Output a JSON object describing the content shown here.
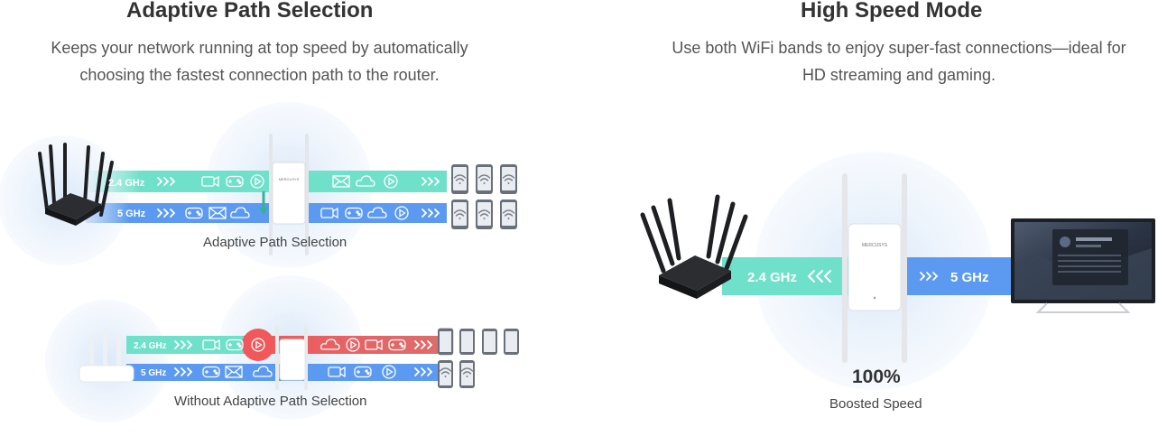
{
  "left": {
    "title": "Adaptive Path Selection",
    "description_line1": "Keeps your network running at top speed by automatically",
    "description_line2": "choosing the fastest connection path to the router.",
    "top_diagram": {
      "band_24": "2.4 GHz",
      "band_5": "5 GHz",
      "caption": "Adaptive Path Selection"
    },
    "bottom_diagram": {
      "band_24": "2.4 GHz",
      "band_5": "5 GHz",
      "caption": "Without Adaptive Path Selection"
    },
    "extender_brand": "MERCUSYS"
  },
  "right": {
    "title": "High Speed Mode",
    "description_line1": "Use both WiFi bands to enjoy super-fast connections—ideal for",
    "description_line2": "HD streaming and gaming.",
    "band_24": "2.4 GHz",
    "band_5": "5 GHz",
    "speed_value": "100%",
    "speed_label": "Boosted Speed",
    "extender_brand": "MERCUSYS"
  },
  "colors": {
    "teal": "#6fe0c9",
    "blue": "#5b9af0",
    "red": "#f0585b",
    "halo": "#eaf2fb"
  },
  "icons": [
    "router-icon",
    "extender-icon",
    "phone-icon",
    "wifi-icon",
    "video-icon",
    "gamepad-icon",
    "mail-icon",
    "cloud-icon",
    "play-icon",
    "tv-icon"
  ]
}
